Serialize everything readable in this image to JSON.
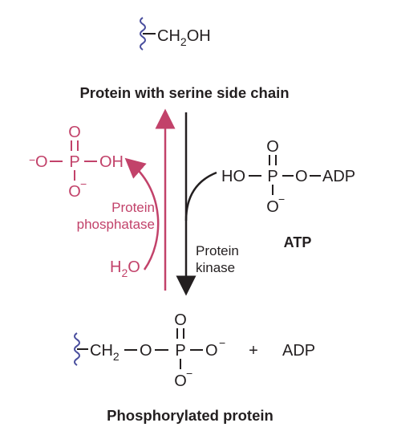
{
  "top": {
    "substituent": "CH",
    "subscript": "2",
    "tail": "OH",
    "caption": "Protein with serine side chain"
  },
  "phosphate": {
    "o_top": "O",
    "o_left": "O",
    "p": "P",
    "oh": "OH",
    "o_bottom": "O",
    "charge": "−"
  },
  "phosphatase": {
    "line1": "Protein",
    "line2": "phosphatase",
    "water_h": "H",
    "water_sub": "2",
    "water_o": "O"
  },
  "atp": {
    "ho": "HO",
    "p": "P",
    "o_top": "O",
    "o_right": "O",
    "adp": "ADP",
    "o_bottom": "O",
    "charge": "−",
    "caption": "ATP"
  },
  "kinase": {
    "line1": "Protein",
    "line2": "kinase"
  },
  "bottom": {
    "ch": "CH",
    "subscript": "2",
    "o1": "O",
    "p": "P",
    "o_top": "O",
    "o_right": "O",
    "o_bottom": "O",
    "charge": "−",
    "plus": "+",
    "adp": "ADP",
    "caption": "Phosphorylated protein"
  },
  "colors": {
    "text": "#231f20",
    "pink": "#c2426a",
    "chain": "#4a4f9e"
  }
}
